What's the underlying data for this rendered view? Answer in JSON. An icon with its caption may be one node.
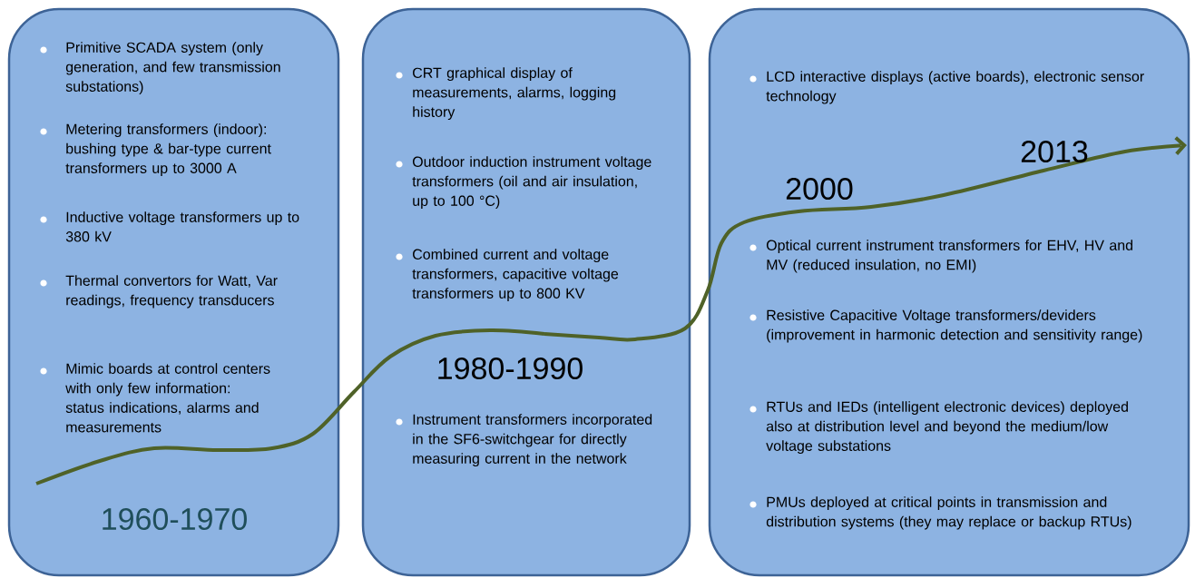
{
  "diagram": {
    "nodes": [
      {
        "text": [
          "Primitive SCADA system (only generation, and few transmission substations)",
          "Metering transformers (indoor): bushing type & bar-type current transformers up to 3000 A",
          "Inductive voltage transformers up to 380 kV",
          "Thermal convertors for Watt, Var readings, frequency transducers",
          "Mimic boards at control centers with only few information: status indications, alarms and measurements"
        ]
      },
      {
        "text": [
          "CRT graphical display of measurements, alarms, logging history",
          "Outdoor induction instrument voltage transformers (oil and air insulation, up to 100 °C)",
          "Combined current and voltage transformers, capacitive voltage transformers up to 800 KV",
          "Instrument transformers incorporated in the SF6-switchgear for directly measuring current in the network"
        ]
      },
      {
        "text": [
          "LCD interactive displays (active boards), electronic sensor technology",
          "Optical current instrument transformers for EHV, HV and MV (reduced insulation, no EMI)",
          "Resistive Capacitive Voltage transformers/deviders (improvement in harmonic detection and sensitivity range)",
          "RTUs and IEDs (intelligent electronic devices) deployed also at distribution level and beyond the medium/low voltage substations",
          "PMUs deployed at critical points in transmission and distribution systems (they may replace or backup RTUs)"
        ]
      }
    ],
    "edges": [
      {
        "from": 0,
        "to": 1,
        "arrow": "none"
      },
      {
        "from": 1,
        "to": 2,
        "arrow": "to"
      }
    ],
    "labels": [
      "2013",
      "2000",
      "1980-1990",
      "1960-1970"
    ]
  }
}
